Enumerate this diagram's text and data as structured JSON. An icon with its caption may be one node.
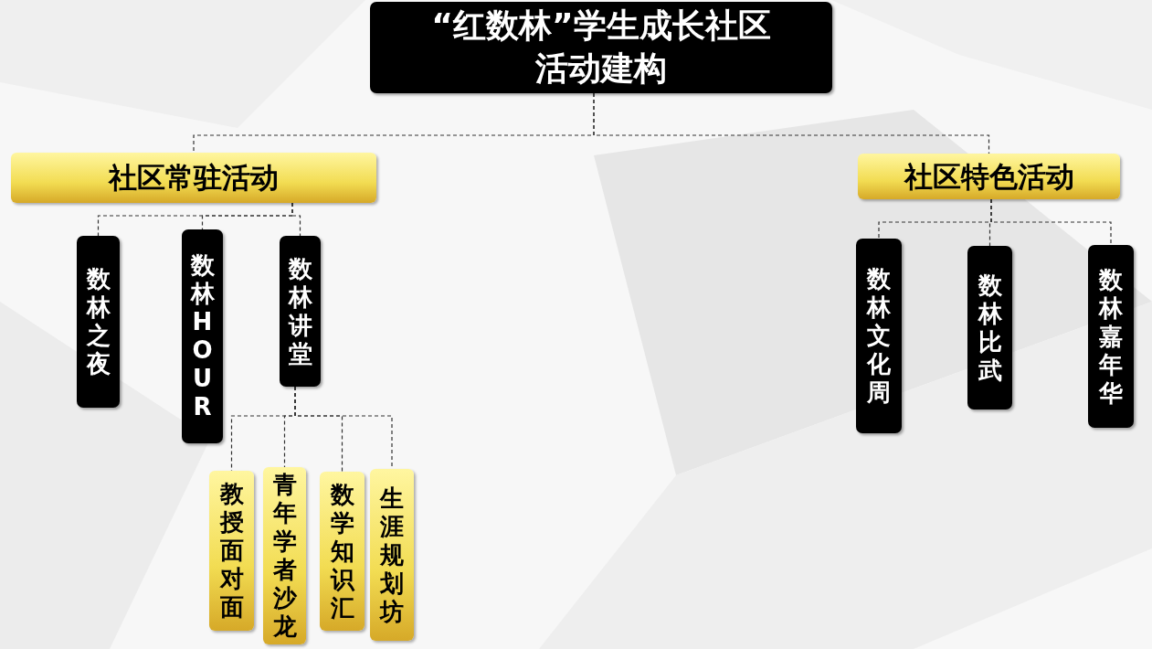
{
  "diagram": {
    "nodes": [
      {
        "text": [
          "“红数林”学生成长社区活动建构"
        ]
      },
      {
        "text": [
          "社区常驻活动"
        ]
      },
      {
        "text": [
          "社区特色活动"
        ]
      },
      {
        "text": [
          "数林之夜"
        ]
      },
      {
        "text": [
          "数林HOUR"
        ]
      },
      {
        "text": [
          "数林讲堂"
        ]
      },
      {
        "text": [
          "教授面对面"
        ]
      },
      {
        "text": [
          "青年学者沙龙"
        ]
      },
      {
        "text": [
          "数学知识汇"
        ]
      },
      {
        "text": [
          "生涯规划坊"
        ]
      },
      {
        "text": [
          "数林文化周"
        ]
      },
      {
        "text": [
          "数林比武"
        ]
      },
      {
        "text": [
          "数林嘉年华"
        ]
      }
    ],
    "edges": [
      {
        "from": 0,
        "to": 1,
        "arrow": "none",
        "style": "dashed"
      },
      {
        "from": 0,
        "to": 2,
        "arrow": "none",
        "style": "dashed"
      },
      {
        "from": 1,
        "to": 3,
        "arrow": "none",
        "style": "dashed"
      },
      {
        "from": 1,
        "to": 4,
        "arrow": "none",
        "style": "dashed"
      },
      {
        "from": 1,
        "to": 5,
        "arrow": "none",
        "style": "dashed"
      },
      {
        "from": 5,
        "to": 6,
        "arrow": "none",
        "style": "dashed"
      },
      {
        "from": 5,
        "to": 7,
        "arrow": "none",
        "style": "dashed"
      },
      {
        "from": 5,
        "to": 8,
        "arrow": "none",
        "style": "dashed"
      },
      {
        "from": 5,
        "to": 9,
        "arrow": "none",
        "style": "dashed"
      },
      {
        "from": 2,
        "to": 10,
        "arrow": "none",
        "style": "dashed"
      },
      {
        "from": 2,
        "to": 11,
        "arrow": "none",
        "style": "dashed"
      },
      {
        "from": 2,
        "to": 12,
        "arrow": "none",
        "style": "dashed"
      }
    ]
  }
}
